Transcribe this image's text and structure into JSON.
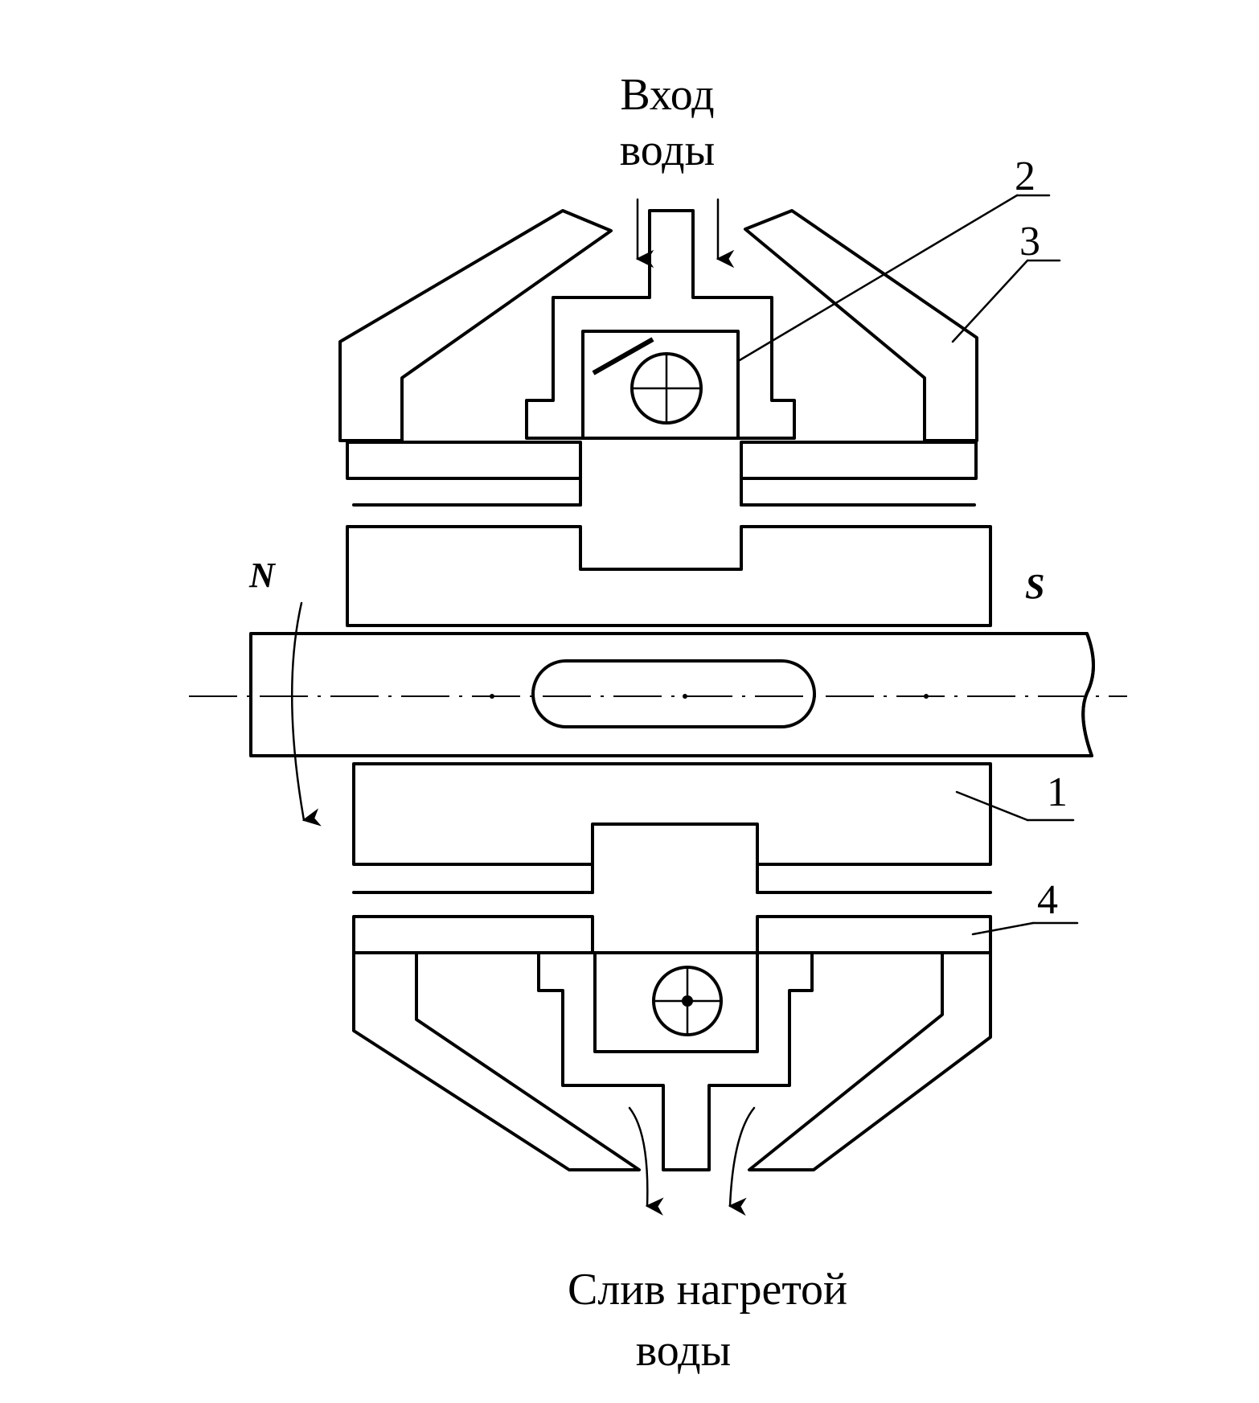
{
  "labels": {
    "inlet": [
      "Вход",
      "воды"
    ],
    "outlet": [
      "Слив нагретой",
      "воды"
    ],
    "north_pole": "N",
    "south_pole": "S",
    "callouts": [
      "1",
      "2",
      "3",
      "4"
    ]
  },
  "colors": {
    "ink": "#000000",
    "paper": "#ffffff"
  }
}
